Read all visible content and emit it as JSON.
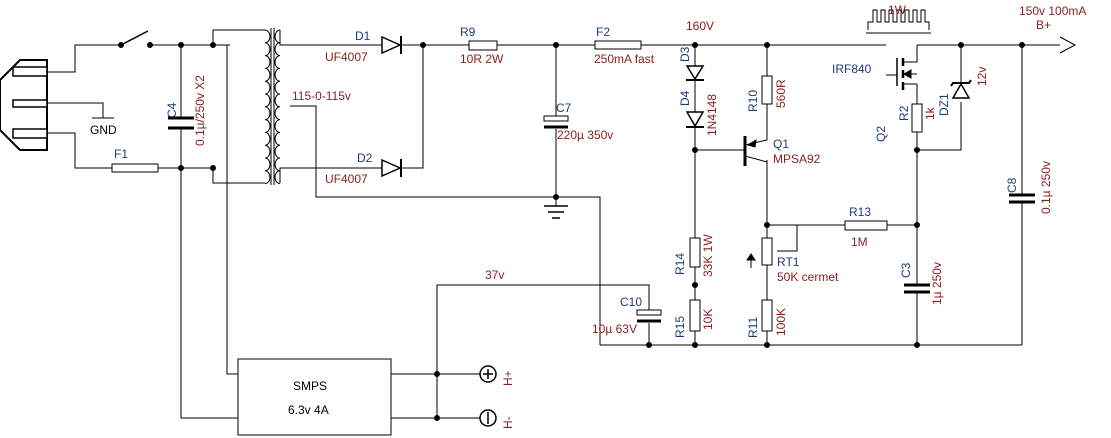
{
  "labels": {
    "gnd": "GND",
    "f1": "F1",
    "c4": "C4",
    "c4_value": "0.1µ/250v X2",
    "transformer": "115-0-115v",
    "d1": "D1",
    "d1_value": "UF4007",
    "d2": "D2",
    "d2_value": "UF4007",
    "r9": "R9",
    "r9_value": "10R 2W",
    "c7": "C7",
    "c7_value": "220µ 350v",
    "f2": "F2",
    "f2_value": "250mA fast",
    "rail_160": "160V",
    "d3": "D3",
    "d4": "D4",
    "d4_value": "1N4148",
    "r10": "R10",
    "r10_value": "560R",
    "q1": "Q1",
    "q1_value": "MPSA92",
    "heatsink": "1W",
    "q2_part": "IRF840",
    "q2": "Q2",
    "r2": "R2",
    "r2_value": "1k",
    "dz1": "DZ1",
    "dz1_value": "12v",
    "output": "150v 100mA",
    "output_node": "B+",
    "c8": "C8",
    "c8_value": "0.1µ 250v",
    "r13": "R13",
    "r13_value": "1M",
    "rt1": "RT1",
    "rt1_value": "50K cermet",
    "c3": "C3",
    "c3_value": "1µ 250v",
    "r14": "R14",
    "r14_value": "33K 1W",
    "rail_37": "37v",
    "c10": "C10",
    "c10_value": "10µ 63V",
    "r15": "R15",
    "r15_value": "10K",
    "r11": "R11",
    "r11_value": "100K",
    "smps": "SMPS",
    "smps_value": "6.3v 4A",
    "heater_plus": "H+",
    "heater_minus": "H-"
  }
}
